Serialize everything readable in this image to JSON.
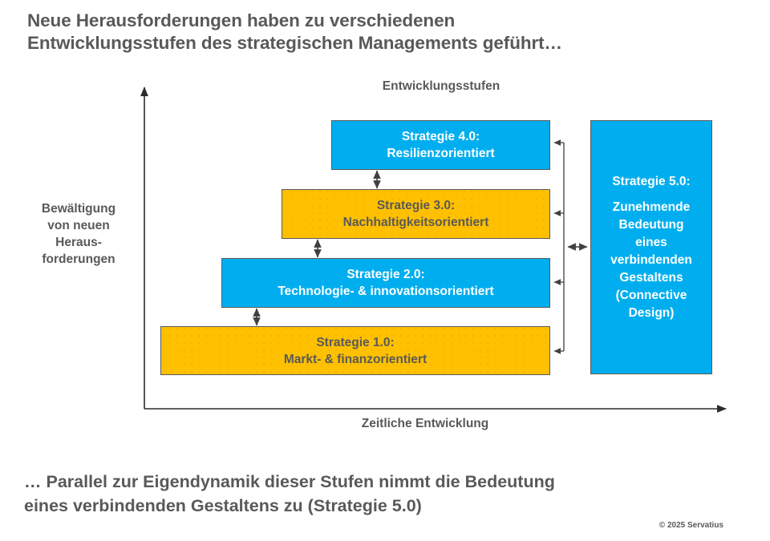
{
  "headline": {
    "line1": "Neue Herausforderungen haben zu verschiedenen",
    "line2": "Entwicklungsstufen des strategischen Managements geführt…"
  },
  "chart_data": {
    "type": "diagram",
    "title": "Entwicklungsstufen des strategischen Managements",
    "xlabel": "Zeitliche Entwicklung",
    "ylabel": "Bewältigung von neuen Herausforderungen",
    "top_axis_label": "Entwicklungsstufen",
    "colors": {
      "blue": "#00AEEF",
      "orange": "#FFC000",
      "text_dark": "#595959",
      "text_light": "#FFFFFF",
      "border": "#595959"
    },
    "stages": [
      {
        "id": "strategie-1",
        "title": "Strategie 1.0:",
        "subtitle": "Markt- & finanzorientiert",
        "color": "orange",
        "level": 1
      },
      {
        "id": "strategie-2",
        "title": "Strategie 2.0:",
        "subtitle": "Technologie- & innovationsorientiert",
        "color": "blue",
        "level": 2
      },
      {
        "id": "strategie-3",
        "title": "Strategie 3.0:",
        "subtitle": "Nachhaltigkeitsorientiert",
        "color": "orange",
        "level": 3
      },
      {
        "id": "strategie-4",
        "title": "Strategie 4.0:",
        "subtitle": "Resilienzorientiert",
        "color": "blue",
        "level": 4
      }
    ],
    "side_box": {
      "id": "strategie-5",
      "title": "Strategie 5.0:",
      "body_line1": "Zunehmende",
      "body_line2": "Bedeutung",
      "body_line3": "eines",
      "body_line4": "verbindenden",
      "body_line5": "Gestaltens",
      "body_line6": "(Connective",
      "body_line7": "Design)",
      "color": "blue"
    },
    "connectors": {
      "between_stages": "double-headed vertical arrows",
      "to_side_box": "double-headed horizontal arrow",
      "trunk_to_stages": "left-pointing arrows from vertical trunk line"
    }
  },
  "axis": {
    "top_label": "Entwicklungsstufen",
    "bottom_label": "Zeitliche Entwicklung",
    "left_label_line1": "Bewältigung",
    "left_label_line2": "von neuen",
    "left_label_line3": "Heraus-",
    "left_label_line4": "forderungen"
  },
  "footer": {
    "line1": "… Parallel zur Eigendynamik dieser Stufen nimmt die Bedeutung",
    "line2": "eines verbindenden Gestaltens zu (Strategie 5.0)",
    "copyright": "© 2025 Servatius"
  }
}
